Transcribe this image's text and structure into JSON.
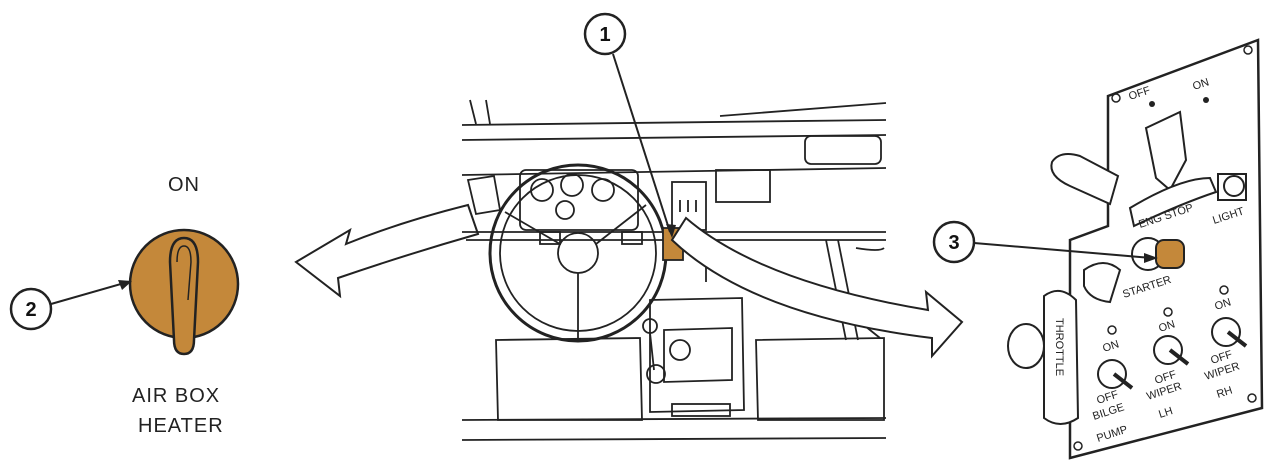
{
  "left_switch": {
    "on_label": "ON",
    "name_line1": "AIR BOX",
    "name_line2": "HEATER",
    "callout": "2"
  },
  "dashboard": {
    "callout": "1"
  },
  "control_panel": {
    "callout": "3",
    "off_label": "OFF",
    "on_label": "ON",
    "eng_stop": "ENG STOP",
    "light": "LIGHT",
    "starter": "STARTER",
    "throttle": "THROTTLE",
    "bilge_on": "ON",
    "bilge_off": "OFF",
    "bilge_name1": "BILGE",
    "bilge_name2": "PUMP",
    "wiper_lh_on": "ON",
    "wiper_lh_off": "OFF",
    "wiper_lh_name1": "WIPER",
    "wiper_lh_name2": "LH",
    "wiper_rh_on": "ON",
    "wiper_rh_off": "OFF",
    "wiper_rh_name1": "WIPER",
    "wiper_rh_name2": "RH"
  },
  "colors": {
    "highlight": "#c4883a",
    "line": "#222222",
    "background": "#ffffff"
  }
}
